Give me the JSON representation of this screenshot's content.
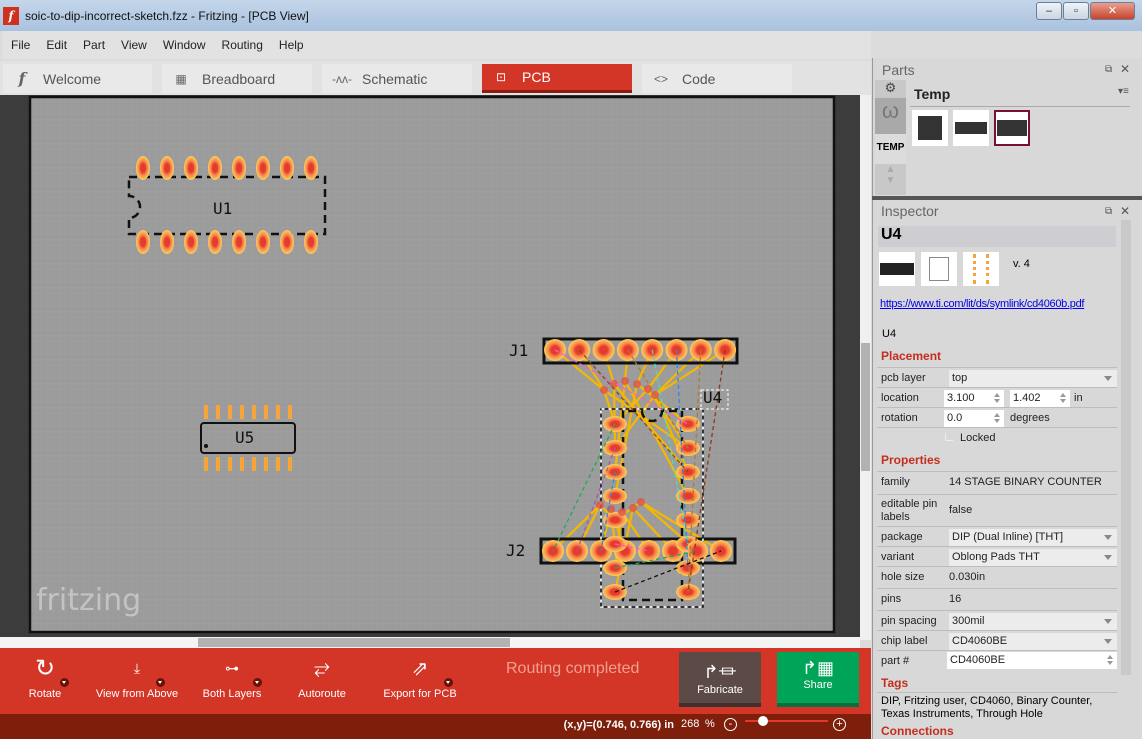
{
  "window": {
    "title": "soic-to-dip-incorrect-sketch.fzz - Fritzing - [PCB View]",
    "app_icon": "f",
    "controls": [
      "minimize",
      "maximize",
      "close"
    ]
  },
  "menu": [
    "File",
    "Edit",
    "Part",
    "View",
    "Window",
    "Routing",
    "Help"
  ],
  "tabs": [
    {
      "label": "Welcome",
      "icon": "fritzing-f-icon"
    },
    {
      "label": "Breadboard",
      "icon": "breadboard-icon"
    },
    {
      "label": "Schematic",
      "icon": "resistor-icon"
    },
    {
      "label": "PCB",
      "icon": "pcb-icon",
      "active": true
    },
    {
      "label": "Code",
      "icon": "code-icon"
    }
  ],
  "canvas": {
    "labels": {
      "u1": "U1",
      "u5": "U5",
      "j1": "J1",
      "j2": "J2",
      "u4": "U4"
    },
    "watermark": "fritzing"
  },
  "toolbar": {
    "rotate": "Rotate",
    "view_from_above": "View from Above",
    "both_layers": "Both Layers",
    "autoroute": "Autoroute",
    "export": "Export for PCB",
    "status": "Routing completed",
    "fabricate": "Fabricate",
    "share": "Share"
  },
  "statusbar": {
    "coords": "(x,y)=(0.746, 0.766) in",
    "zoom": "268",
    "zoom_unit": "%",
    "zoom_level": 0.12
  },
  "parts": {
    "title": "Parts",
    "bin_title": "Temp",
    "bin_tab": "TEMP"
  },
  "inspector": {
    "title": "Inspector",
    "part_title": "U4",
    "version": "v. 4",
    "link": "https://www.ti.com/lit/ds/symlink/cd4060b.pdf",
    "instance": "U4",
    "placement_header": "Placement",
    "pcb_layer_label": "pcb layer",
    "pcb_layer": "top",
    "location_label": "location",
    "location_x": "3.100",
    "location_y": "1.402",
    "location_unit": "in",
    "rotation_label": "rotation",
    "rotation": "0.0",
    "rotation_unit": "degrees",
    "locked_label": "Locked",
    "properties_header": "Properties",
    "family_label": "family",
    "family": "14 STAGE BINARY COUNTER",
    "editable_label": "editable pin labels",
    "editable": "false",
    "package_label": "package",
    "package": "DIP (Dual Inline) [THT]",
    "variant_label": "variant",
    "variant": "Oblong Pads THT",
    "hole_label": "hole size",
    "hole": "0.030in",
    "pins_label": "pins",
    "pins": "16",
    "spacing_label": "pin spacing",
    "spacing": "300mil",
    "chip_label_label": "chip label",
    "chip_label": "CD4060BE",
    "partno_label": "part #",
    "partno": "CD4060BE",
    "tags_header": "Tags",
    "tags": "DIP, Fritzing user, CD4060, Binary Counter, Texas Instruments, Through Hole",
    "connections_header": "Connections"
  },
  "colors": {
    "accent": "#d33526",
    "status_bar": "#7e1f0c",
    "share": "#00a459",
    "fabricate": "#5c4a47",
    "trace": "#f5b800",
    "board": "#9b9b9b"
  }
}
